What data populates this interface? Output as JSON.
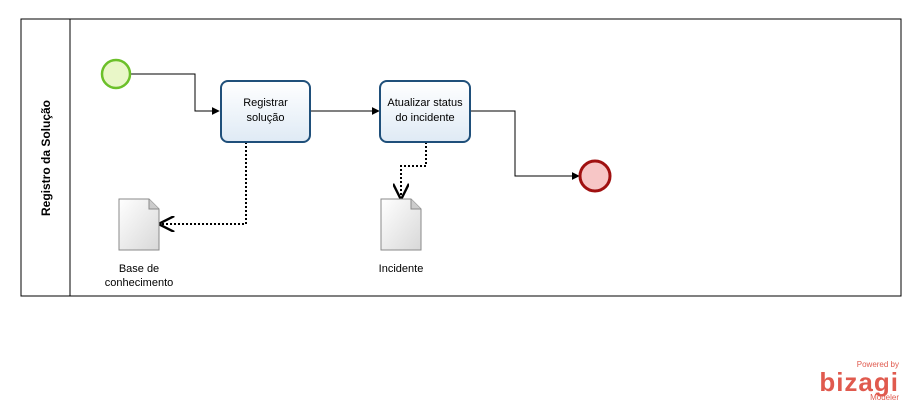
{
  "pool": {
    "lane_title": "Registro da Solução"
  },
  "tasks": [
    {
      "id": "t1",
      "label_lines": [
        "Registrar",
        "solução"
      ]
    },
    {
      "id": "t2",
      "label_lines": [
        "Atualizar status",
        "do incidente"
      ]
    }
  ],
  "documents": [
    {
      "id": "d1",
      "label_lines": [
        "Base de",
        "conhecimento"
      ]
    },
    {
      "id": "d2",
      "label_lines": [
        "Incidente"
      ]
    }
  ],
  "events": {
    "start": {
      "color": "#6cc02a",
      "fill": "#e9f7c8"
    },
    "end": {
      "color": "#a01010",
      "fill": "#f7c6c6"
    }
  },
  "colors": {
    "task_border": "#1f4f7a",
    "task_fill": "#eef4fa"
  },
  "watermark": {
    "powered": "Powered by",
    "brand": "bizagi",
    "product": "Modeler"
  }
}
